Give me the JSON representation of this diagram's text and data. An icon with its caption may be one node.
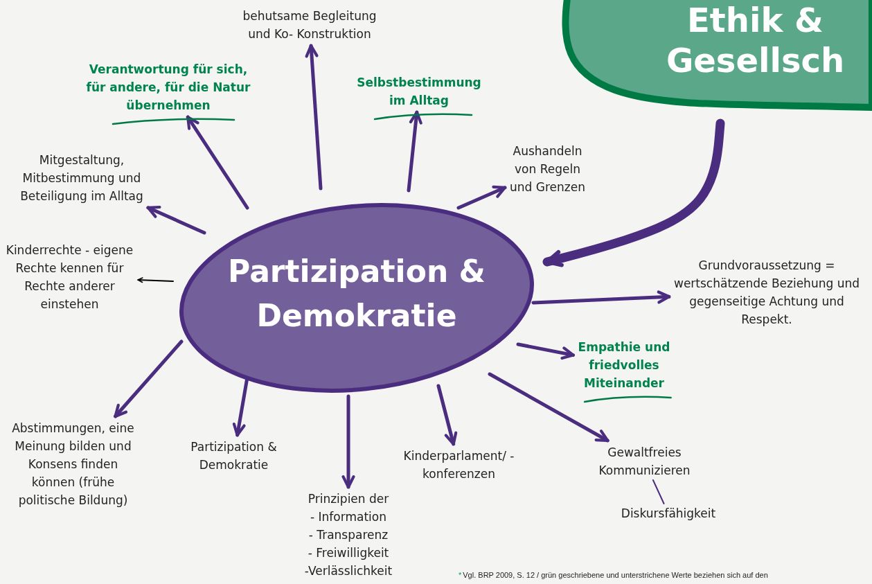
{
  "diagram": {
    "nodes": [
      {
        "text": [
          "Partizipation & Demokratie"
        ]
      },
      {
        "text": [
          "behutsame Begleitung und Ko- Konstruktion"
        ]
      },
      {
        "text": [
          "Verantwortung für sich, für andere, für die Natur übernehmen"
        ]
      },
      {
        "text": [
          "Selbstbestimmung im Alltag"
        ]
      },
      {
        "text": [
          "Aushandeln von Regeln und Grenzen"
        ]
      },
      {
        "text": [
          "Mitgestaltung, Mitbestimmung und Beteiligung im Alltag"
        ]
      },
      {
        "text": [
          "Kinderrechte - eigene Rechte kennen für Rechte anderer einstehen"
        ]
      },
      {
        "text": [
          "Grundvoraussetzung = wertschätzende Beziehung und gegenseitige Achtung und Respekt."
        ]
      },
      {
        "text": [
          "Empathie und friedvolles Miteinander"
        ]
      },
      {
        "text": [
          "Abstimmungen, eine Meinung bilden und Konsens finden können (frühe politische Bildung)"
        ]
      },
      {
        "text": [
          "Partizipation & Demokratie"
        ]
      },
      {
        "text": [
          "Prinzipien der",
          "- Information",
          "- Transparenz",
          "- Freiwilligkeit",
          "-Verlässlichkeit"
        ]
      },
      {
        "text": [
          "Kinderparlament/ -konferenzen"
        ]
      },
      {
        "text": [
          "Gewaltfreies Kommunizieren"
        ]
      },
      {
        "text": [
          "Diskursfähigkeit"
        ]
      },
      {
        "text": [
          "Ethik & Gesellsch"
        ]
      }
    ],
    "edges": [
      {
        "from": 0,
        "to": 1,
        "arrow": "to"
      },
      {
        "from": 0,
        "to": 2,
        "arrow": "to"
      },
      {
        "from": 0,
        "to": 3,
        "arrow": "to"
      },
      {
        "from": 0,
        "to": 4,
        "arrow": "to"
      },
      {
        "from": 0,
        "to": 5,
        "arrow": "to"
      },
      {
        "from": 0,
        "to": 6,
        "arrow": "to",
        "color": "#000000"
      },
      {
        "from": 0,
        "to": 7,
        "arrow": "to"
      },
      {
        "from": 0,
        "to": 8,
        "arrow": "to"
      },
      {
        "from": 0,
        "to": 9,
        "arrow": "to"
      },
      {
        "from": 0,
        "to": 10,
        "arrow": "to"
      },
      {
        "from": 0,
        "to": 11,
        "arrow": "to"
      },
      {
        "from": 0,
        "to": 12,
        "arrow": "to"
      },
      {
        "from": 0,
        "to": 13,
        "arrow": "to"
      },
      {
        "from": 15,
        "to": 0,
        "arrow": "to",
        "style": "thick"
      },
      {
        "from": 13,
        "to": 14,
        "arrow": "none"
      }
    ],
    "labels": [
      "*",
      "Vgl. BRP 2009, S. 12 / grün geschriebene und unterstrichene Werte beziehen sich auf den"
    ]
  }
}
